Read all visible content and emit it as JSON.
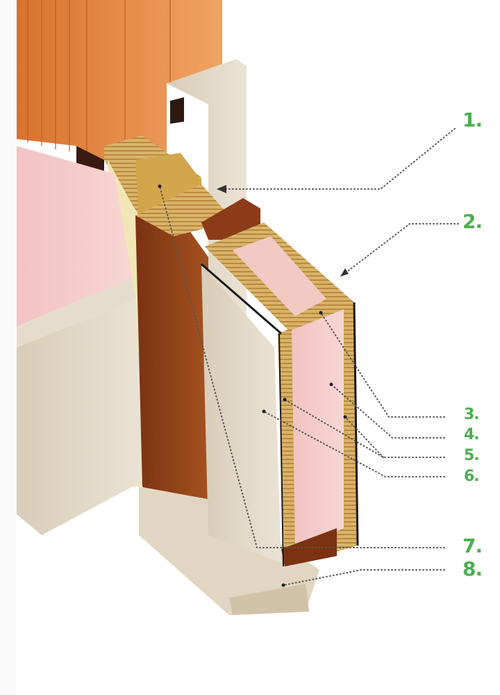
{
  "accent_color": "#4caf50",
  "callouts": [
    {
      "label": "1."
    },
    {
      "label": "2."
    },
    {
      "label": "3."
    },
    {
      "label": "4."
    },
    {
      "label": "5."
    },
    {
      "label": "6."
    },
    {
      "label": "7."
    },
    {
      "label": "8."
    }
  ]
}
